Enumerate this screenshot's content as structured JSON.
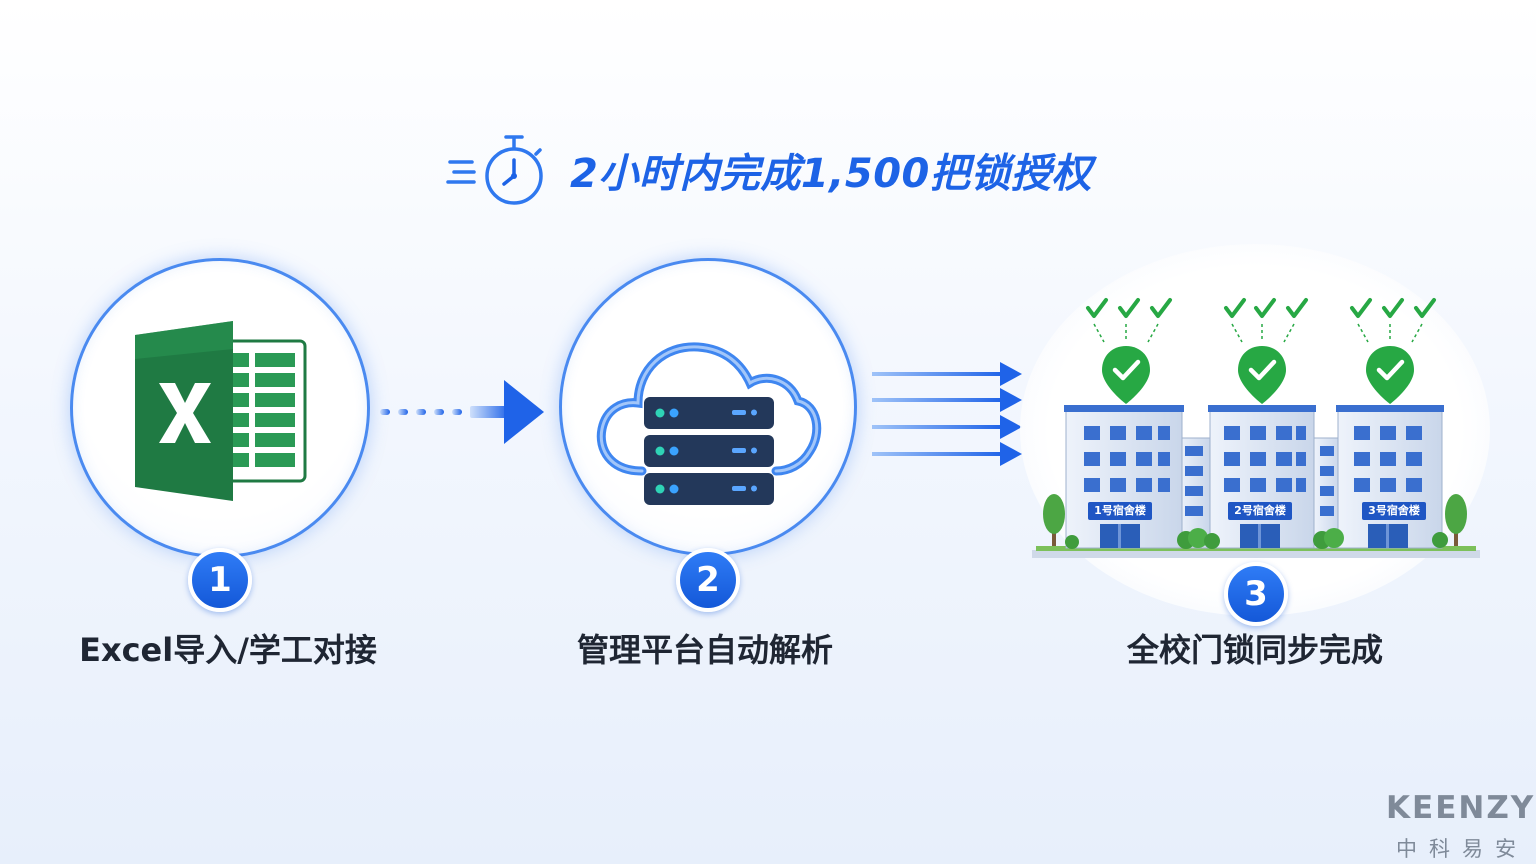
{
  "headline": {
    "text": "2小时内完成1,500把锁授权"
  },
  "steps": [
    {
      "number": "1",
      "label": "Excel导入/学工对接",
      "icon": "excel-icon"
    },
    {
      "number": "2",
      "label": "管理平台自动解析",
      "icon": "cloud-server-icon"
    },
    {
      "number": "3",
      "label": "全校门锁同步完成",
      "icon": "dormitory-buildings-icon"
    }
  ],
  "buildings": [
    {
      "sign": "1号宿舍楼"
    },
    {
      "sign": "2号宿舍楼"
    },
    {
      "sign": "3号宿舍楼"
    }
  ],
  "brand": {
    "name_en": "KEENZY",
    "name_zh": "中科易安"
  },
  "colors": {
    "accent": "#1d63e6",
    "badge": "#1a63e0",
    "excel_green": "#1f7a43",
    "check_green": "#27a844",
    "server_navy": "#23385a",
    "building_blue": "#3a6fcf"
  }
}
